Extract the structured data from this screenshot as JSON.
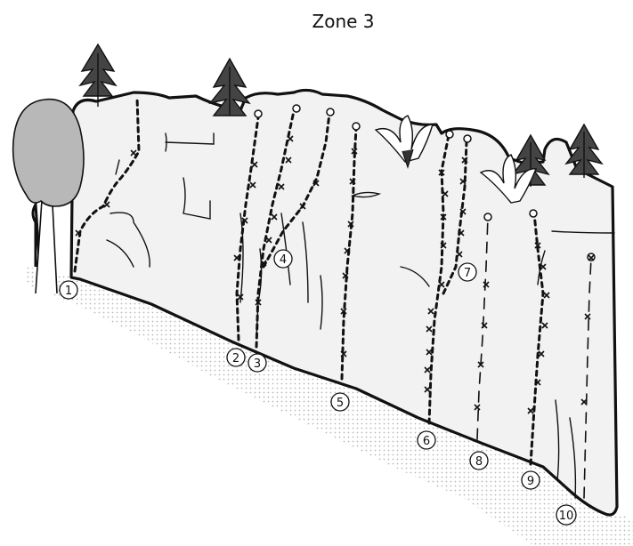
{
  "title": "Zone 3",
  "route_markers": [
    "1",
    "2",
    "3",
    "4",
    "5",
    "6",
    "7",
    "8",
    "9",
    "10"
  ],
  "colors": {
    "rock": "#f2f2f2",
    "outline": "#111111",
    "scree": "#c8c8c8",
    "tree_left": "#b8b8b8"
  }
}
